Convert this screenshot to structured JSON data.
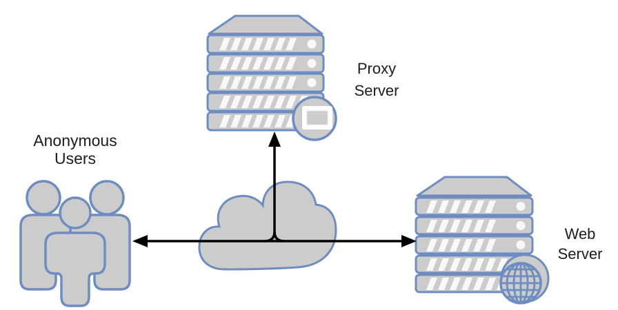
{
  "diagram": {
    "type": "network-topology",
    "nodes": {
      "anonymous_users": {
        "label_line1": "Anonymous",
        "label_line2": "Users",
        "icon": "user-group-icon"
      },
      "proxy_server": {
        "label_line1": "Proxy",
        "label_line2": "Server",
        "icon": "server-stack-icon",
        "badge": "monitor-icon"
      },
      "web_server": {
        "label_line1": "Web",
        "label_line2": "Server",
        "icon": "server-stack-icon",
        "badge": "globe-icon"
      },
      "internet_cloud": {
        "icon": "cloud-icon"
      }
    },
    "connections": [
      {
        "from": "internet_cloud",
        "to": "anonymous_users",
        "style": "arrow"
      },
      {
        "from": "internet_cloud",
        "to": "proxy_server",
        "style": "arrow"
      },
      {
        "from": "internet_cloud",
        "to": "web_server",
        "style": "arrow"
      }
    ],
    "colors": {
      "shape_fill": "#cccccc",
      "shape_stroke": "#6e8cbf",
      "stripe": "#f8f8f8",
      "arrow": "#000000",
      "text": "#1c1c1c",
      "background": "#ffffff"
    }
  }
}
